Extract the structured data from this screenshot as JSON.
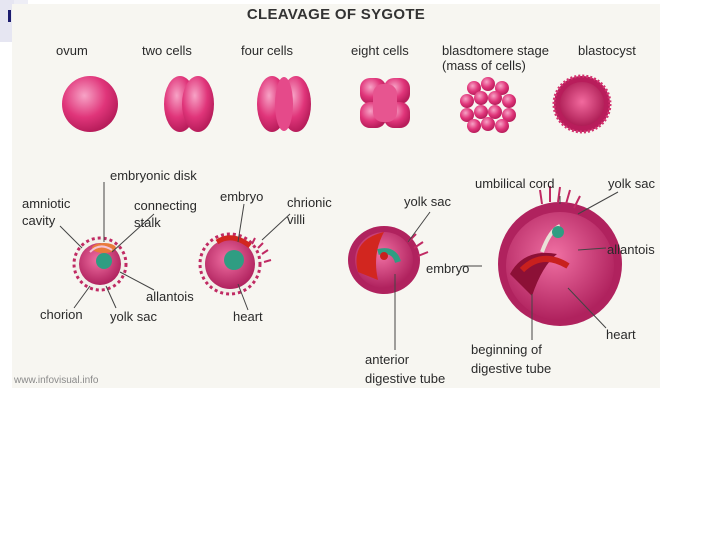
{
  "title": "CLEAVAGE OF SYGOTE",
  "stages": {
    "ovum": "ovum",
    "two_cells": "two cells",
    "four_cells": "four cells",
    "eight_cells": "eight cells",
    "blastomere_line1": "blasdtomere stage",
    "blastomere_line2": "(mass of cells)",
    "blastocyst": "blastocyst"
  },
  "labels": {
    "amniotic_cavity_1": "amniotic",
    "amniotic_cavity_2": "cavity",
    "embryonic_disk": "embryonic disk",
    "connecting_stalk_1": "connecting",
    "connecting_stalk_2": "stalk",
    "embryo_top": "embryo",
    "chrionic_villi_1": "chrionic",
    "chrionic_villi_2": "villi",
    "yolk_sac_mid": "yolk sac",
    "umbilical_cord": "umbilical cord",
    "yolk_sac_right": "yolk sac",
    "allantois_right": "allantois",
    "embryo_mid": "embryo",
    "chorion": "chorion",
    "yolk_sac_bottom": "yolk sac",
    "allantois_bottom": "allantois",
    "heart_bottom": "heart",
    "heart_right": "heart",
    "anterior_1": "anterior",
    "anterior_2": "digestive tube",
    "beginning_1": "beginning of",
    "beginning_2": "digestive tube"
  },
  "watermark": "www.infovisual.info",
  "colors": {
    "cell": "#e0357a",
    "dark": "#a8174f",
    "green": "#33a58a",
    "red": "#c8201e"
  }
}
